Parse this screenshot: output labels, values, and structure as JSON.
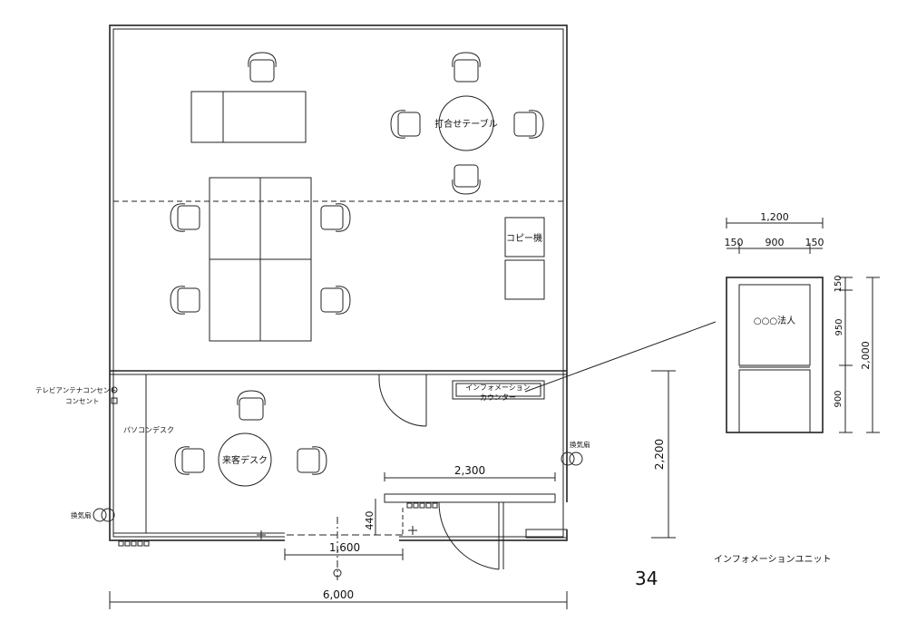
{
  "labels": {
    "meeting_table": "打合せテーブル",
    "copier": "コピー機",
    "info_counter_line1": "インフォメーション",
    "info_counter_line2": "カウンター",
    "tv_antenna_outlet": "テレビアンテナコンセント",
    "outlet": "コンセント",
    "pc_desk": "パソコンデスク",
    "visitor_desk": "来客デスク",
    "vent_fan_right": "換気扇",
    "vent_fan_left": "換気扇",
    "unit_corp": "○○○法人",
    "unit_title": "インフォメーションユニット",
    "page_number": "34"
  },
  "dimensions": {
    "total_width": "6,000",
    "width_2300": "2,300",
    "width_1600": "1,600",
    "height_440": "440",
    "height_2200": "2,200",
    "unit_width": "1,200",
    "unit_side_left": "150",
    "unit_center": "900",
    "unit_side_right": "150",
    "unit_top": "150",
    "unit_mid": "950",
    "unit_bottom": "900",
    "unit_height": "2,000"
  },
  "icons": {
    "door": "door-swing-icon",
    "chair": "chair-icon",
    "fan": "vent-fan-icon",
    "outlet": "outlet-icon"
  }
}
